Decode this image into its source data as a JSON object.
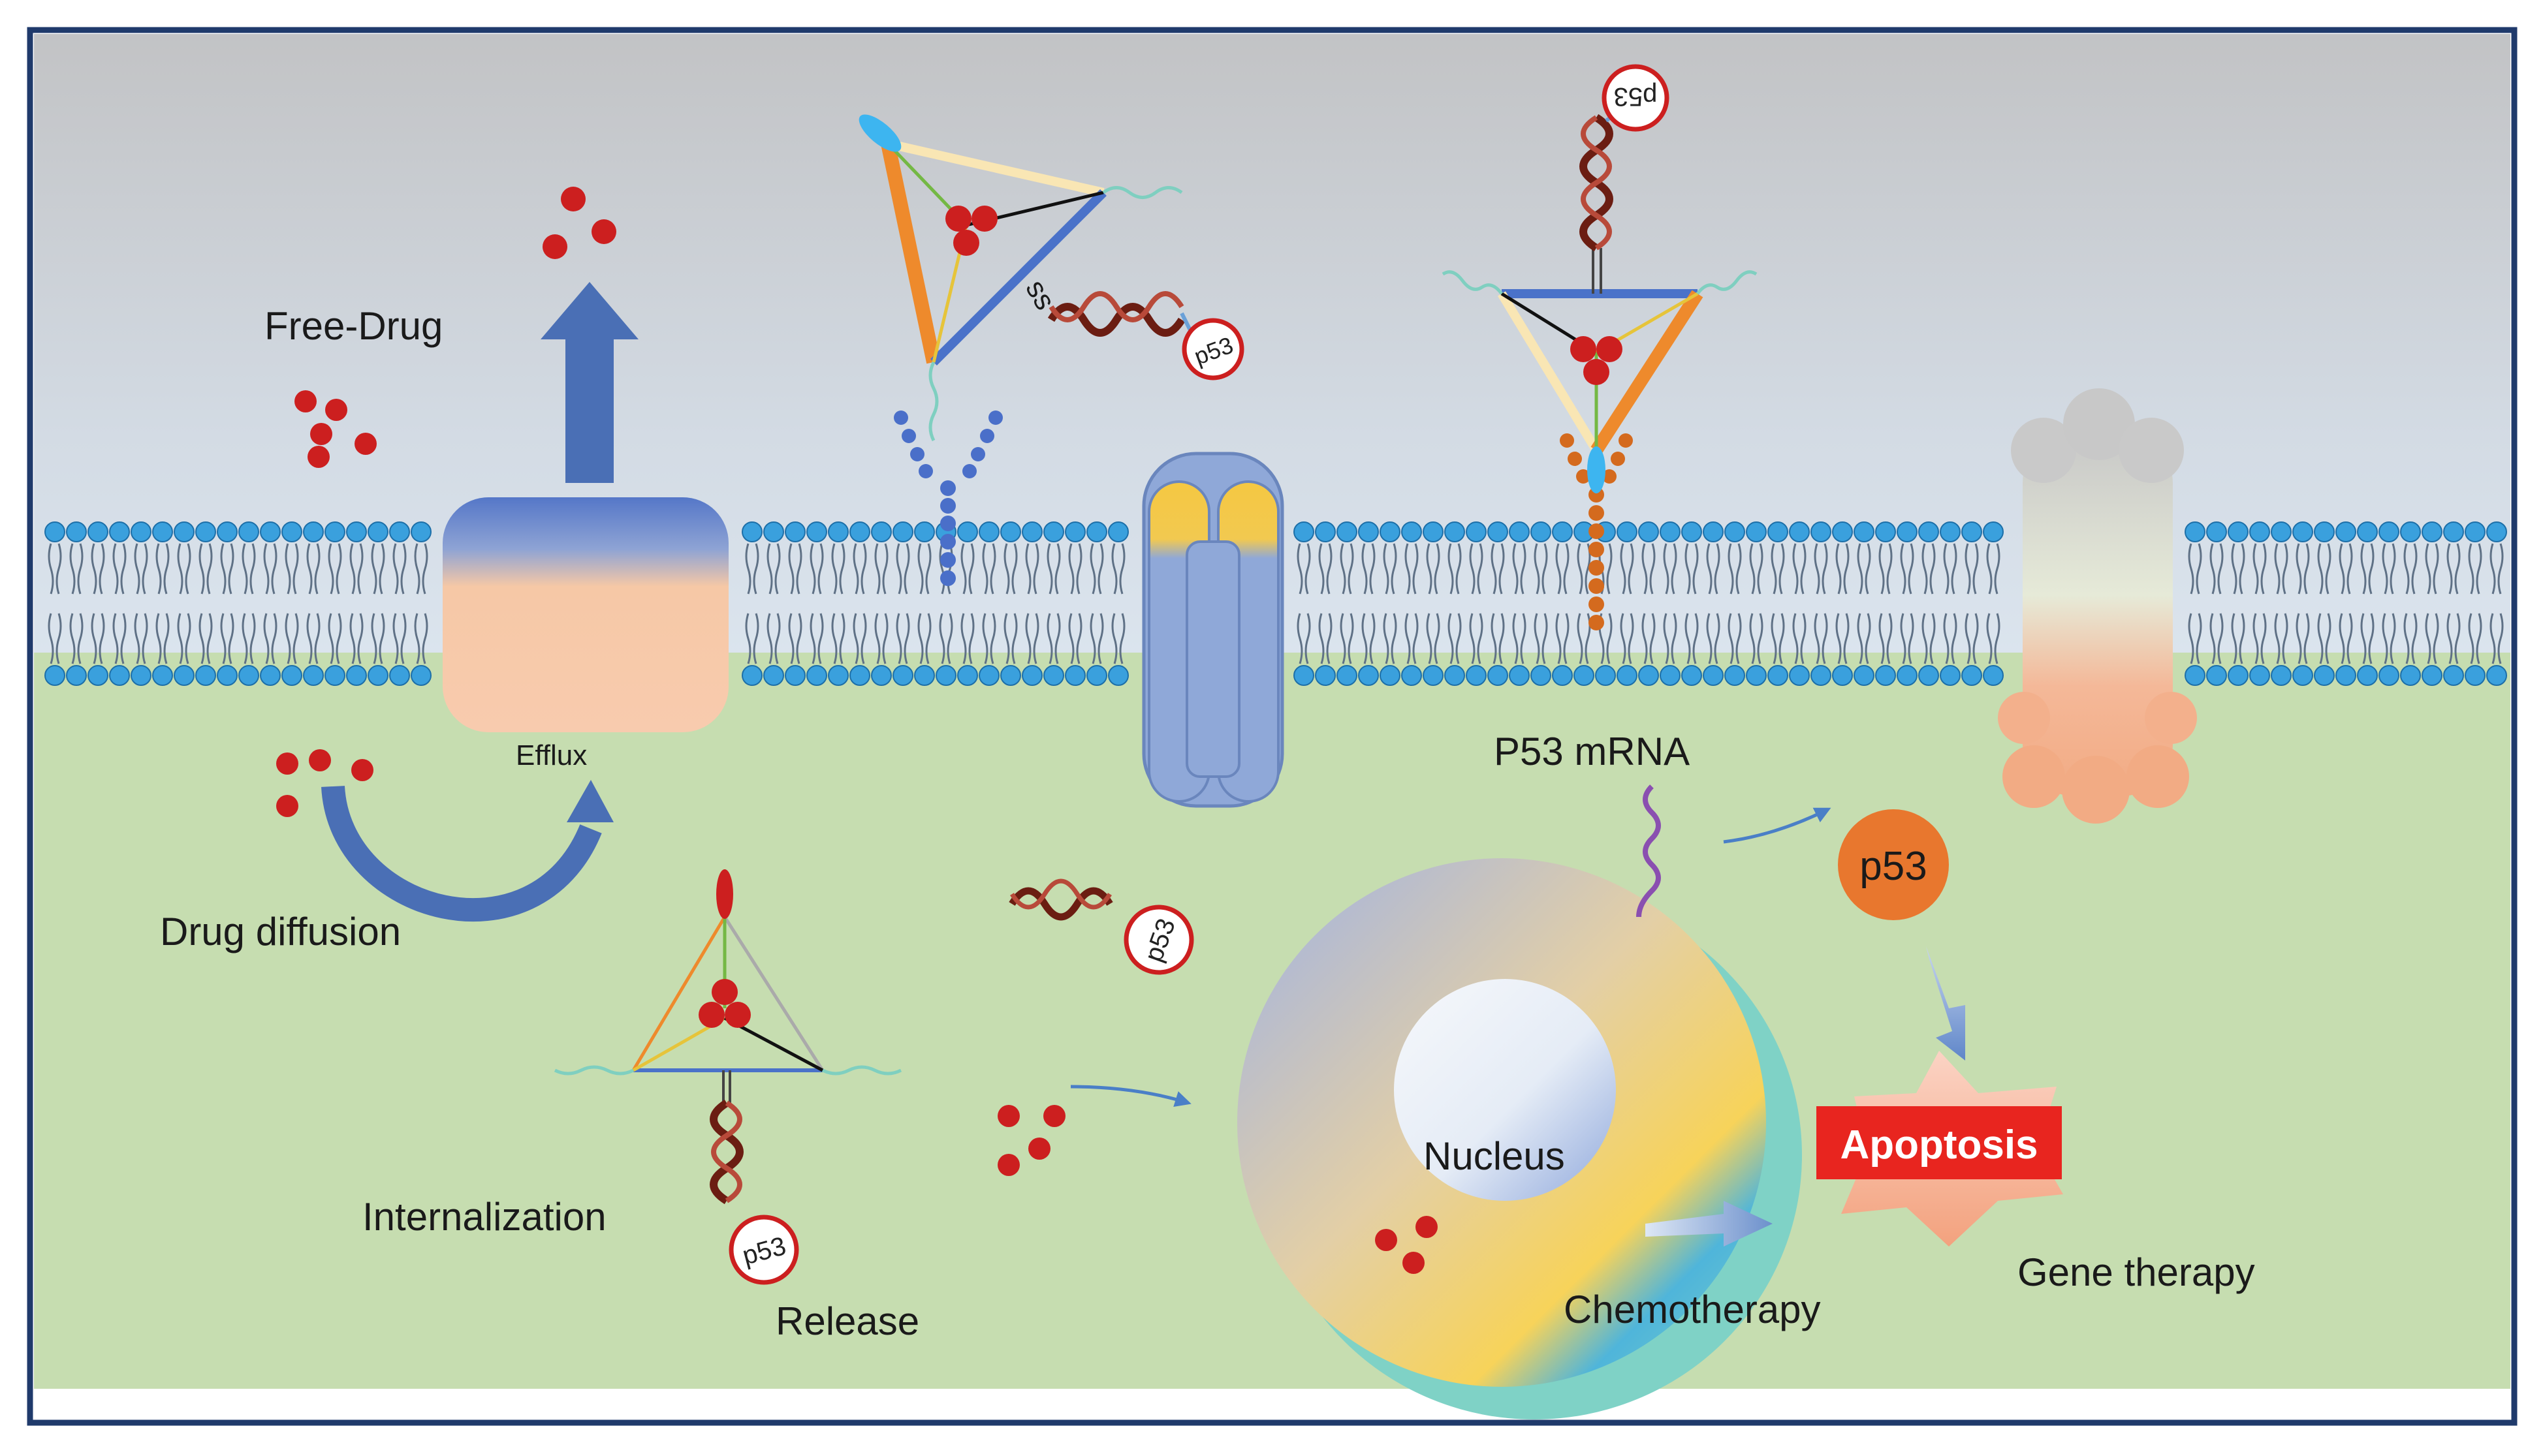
{
  "labels": {
    "free_drug": "Free-Drug",
    "efflux": "Efflux",
    "drug_diffusion": "Drug diffusion",
    "internalization": "Internalization",
    "release": "Release",
    "p53_mrna": "P53 mRNA",
    "p53_protein": "p53",
    "nucleus": "Nucleus",
    "chemotherapy": "Chemotherapy",
    "apoptosis": "Apoptosis",
    "gene_therapy": "Gene therapy",
    "p53_tag": "p53",
    "ss_link": "ss"
  },
  "colors": {
    "border": "#1f3a6b",
    "extracellular_top": "#c4c6c8",
    "extracellular_bottom": "#dde8f2",
    "cytoplasm": "#c6ddb0",
    "lipid_head": "#3aa0dd",
    "drug": "#cc1f1f",
    "arrow_blue": "#4a6fb5",
    "apoptosis_red": "#e8251f",
    "p53_orange": "#e8772e",
    "dna_brown": "#6b1d12"
  }
}
